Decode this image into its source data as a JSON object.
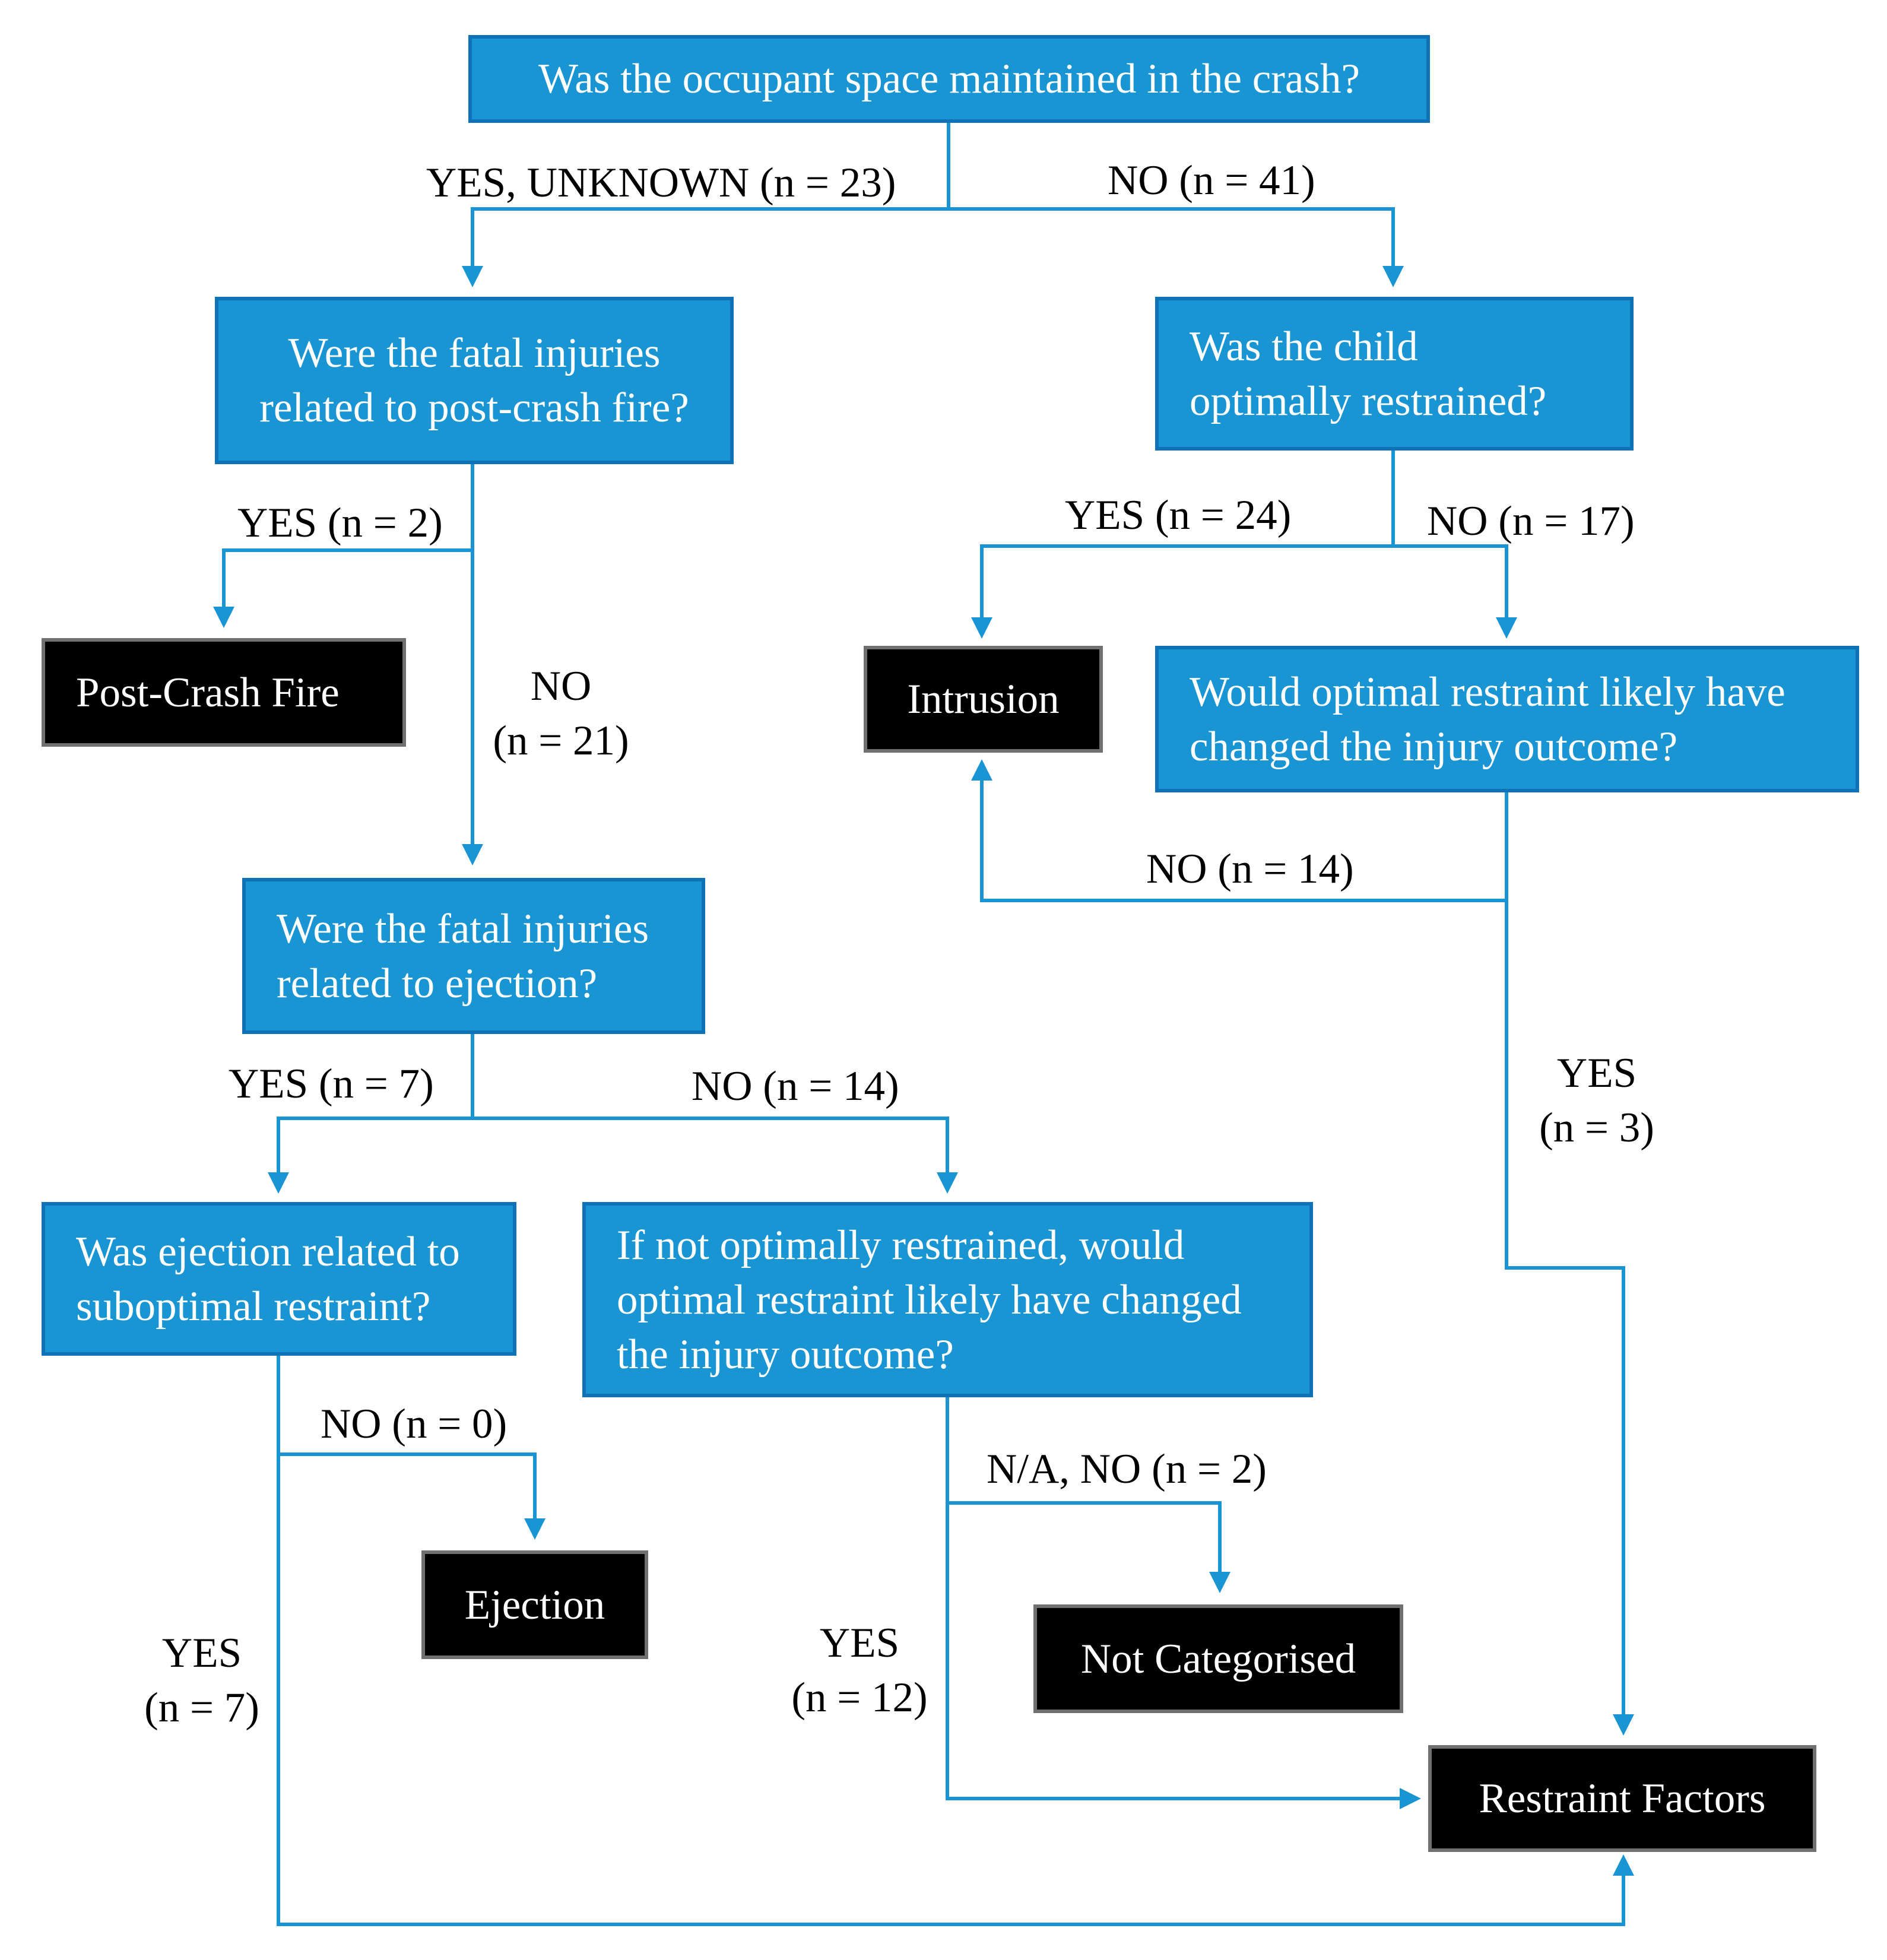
{
  "nodes": {
    "q_space": {
      "lines": [
        "Was the occupant space maintained in the crash?"
      ]
    },
    "q_fire": {
      "lines": [
        "Were the fatal injuries",
        "related to post-crash fire?"
      ]
    },
    "q_restrained": {
      "lines": [
        "Was the child",
        "optimally restrained?"
      ]
    },
    "q_optimal_changed": {
      "lines": [
        "Would optimal restraint likely have",
        "changed the injury outcome?"
      ]
    },
    "q_ejection": {
      "lines": [
        "Were the fatal injuries",
        "related to ejection?"
      ]
    },
    "q_ejection_restraint": {
      "lines": [
        "Was ejection related to",
        "suboptimal restraint?"
      ]
    },
    "q_if_not_optimal": {
      "lines": [
        "If not optimally restrained, would",
        "optimal restraint likely have changed",
        "the injury outcome?"
      ]
    },
    "out_fire": {
      "lines": [
        "Post-Crash Fire"
      ]
    },
    "out_intrusion": {
      "lines": [
        "Intrusion"
      ]
    },
    "out_ejection": {
      "lines": [
        "Ejection"
      ]
    },
    "out_not_categorised": {
      "lines": [
        "Not Categorised"
      ]
    },
    "out_restraint_factors": {
      "lines": [
        "Restraint Factors"
      ]
    }
  },
  "edges": {
    "space_yes_unknown": {
      "lines": [
        "YES, UNKNOWN (n = 23)"
      ]
    },
    "space_no": {
      "lines": [
        "NO (n = 41)"
      ]
    },
    "fire_yes": {
      "lines": [
        "YES (n = 2)"
      ]
    },
    "fire_no": {
      "lines": [
        "NO",
        "(n = 21)"
      ]
    },
    "restrained_yes": {
      "lines": [
        "YES (n = 24)"
      ]
    },
    "restrained_no": {
      "lines": [
        "NO (n = 17)"
      ]
    },
    "optimal_changed_no": {
      "lines": [
        "NO (n = 14)"
      ]
    },
    "optimal_changed_yes": {
      "lines": [
        "YES",
        "(n = 3)"
      ]
    },
    "ejection_yes": {
      "lines": [
        "YES (n = 7)"
      ]
    },
    "ejection_no": {
      "lines": [
        "NO (n = 14)"
      ]
    },
    "ejection_restraint_no": {
      "lines": [
        "NO (n = 0)"
      ]
    },
    "ejection_restraint_yes": {
      "lines": [
        "YES",
        "(n = 7)"
      ]
    },
    "if_not_optimal_na_no": {
      "lines": [
        "N/A, NO (n = 2)"
      ]
    },
    "if_not_optimal_yes": {
      "lines": [
        "YES",
        "(n = 12)"
      ]
    }
  },
  "colors": {
    "question_fill": "#1a95d3",
    "question_border": "#0f72b6",
    "outcome_fill": "#000000",
    "outcome_border": "#707070",
    "connector": "#1a95d3",
    "node_text": "#ffffff",
    "label_text": "#000000"
  }
}
